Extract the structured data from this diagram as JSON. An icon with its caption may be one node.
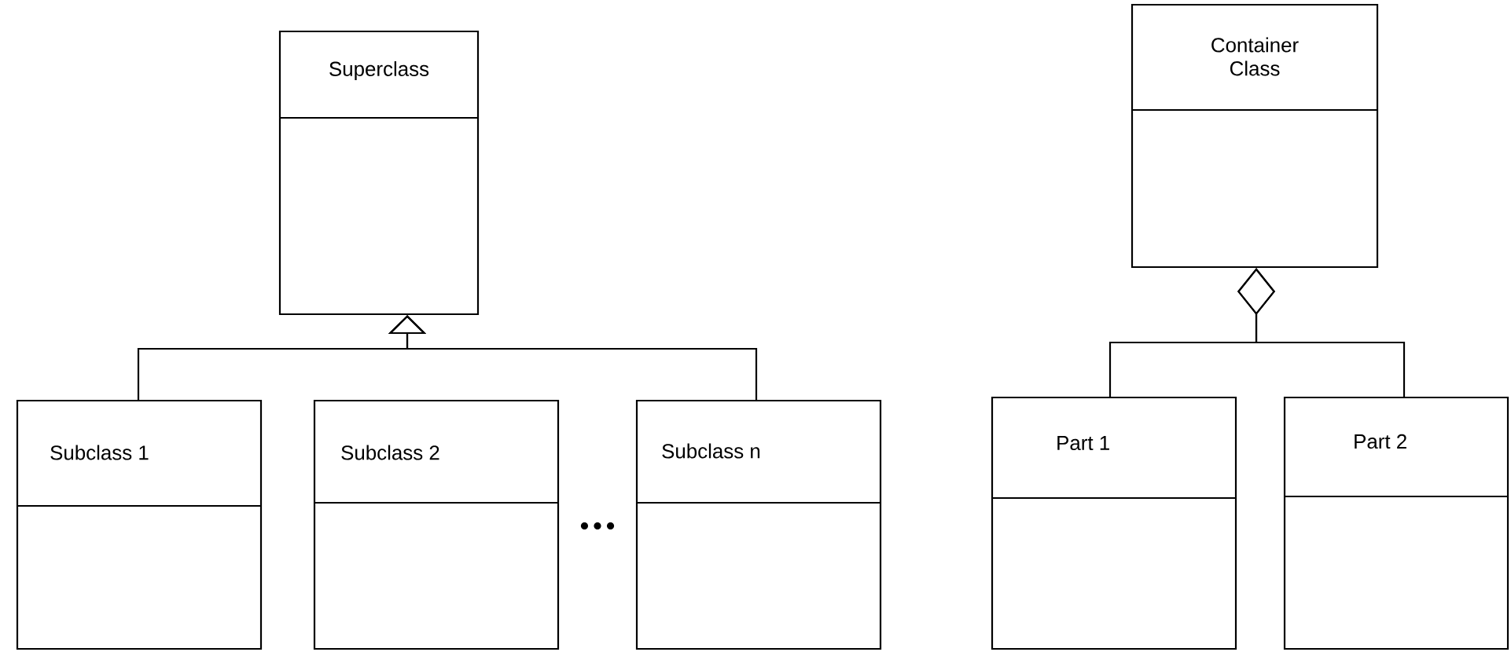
{
  "diagram": {
    "nodes": [
      {
        "text": [
          "Superclass"
        ]
      },
      {
        "text": [
          "Subclass 1"
        ]
      },
      {
        "text": [
          "Subclass 2"
        ]
      },
      {
        "text": [
          "Subclass n"
        ]
      },
      {
        "text": [
          "Container Class"
        ]
      },
      {
        "text": [
          "Part 1"
        ]
      },
      {
        "text": [
          "Part 2"
        ]
      }
    ],
    "edges": [
      {
        "from": 1,
        "to": 0,
        "arrow": "to"
      },
      {
        "from": 3,
        "to": 0,
        "arrow": "to"
      },
      {
        "from": 5,
        "to": 4,
        "arrow": "other"
      },
      {
        "from": 6,
        "to": 4,
        "arrow": "other"
      }
    ],
    "labels": [
      "•••"
    ]
  }
}
